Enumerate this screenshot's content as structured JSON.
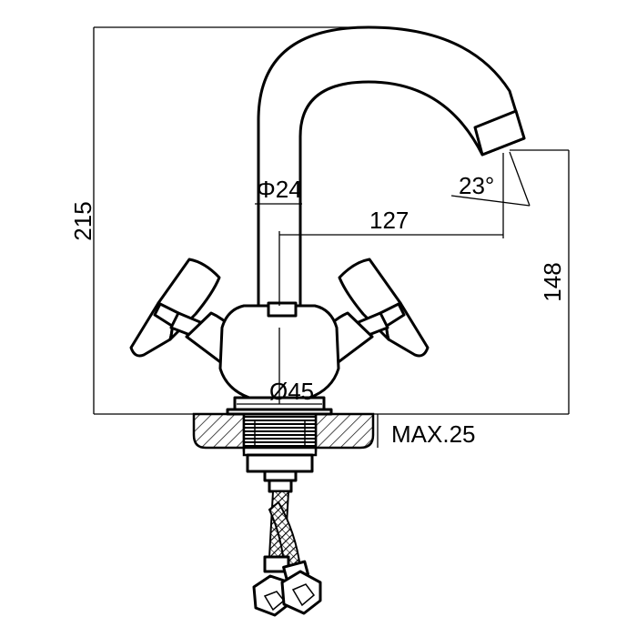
{
  "dimensions": {
    "height_total": "215",
    "spout_pipe_diameter": "Φ24",
    "spout_angle": "23°",
    "spout_reach": "127",
    "spout_height": "148",
    "base_diameter": "Ø45",
    "max_countertop": "MAX.25"
  }
}
